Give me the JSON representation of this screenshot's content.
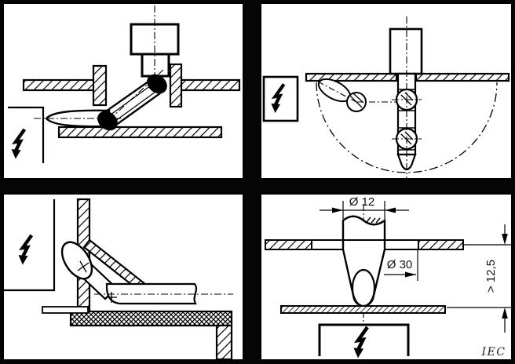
{
  "figure": {
    "type": "technical-diagram",
    "credit": "IEC",
    "hazard_symbol": "lightning-bolt",
    "colors": {
      "background": "#050505",
      "panel": "#ffffff",
      "line": "#000000"
    }
  },
  "panels": {
    "top_left": {
      "alt": "jointed test finger inserted at an angle through a slot between hatched plates, tip touching hazardous part boundary"
    },
    "top_right": {
      "alt": "test finger inserted straight through an opening in a hatched plate with dash-dot sweep arc"
    },
    "bottom_left": {
      "alt": "test finger bent upward behind a sloped baffle touching a vertical barrier"
    },
    "bottom_right": {
      "alt": "dimensioned probe entering a hole in a plate above a hazardous part",
      "labels": {
        "probe_diameter": "Ø 12",
        "hole_diameter": "Ø 30",
        "clearance": "> 12,5",
        "credit": "IEC"
      }
    }
  }
}
